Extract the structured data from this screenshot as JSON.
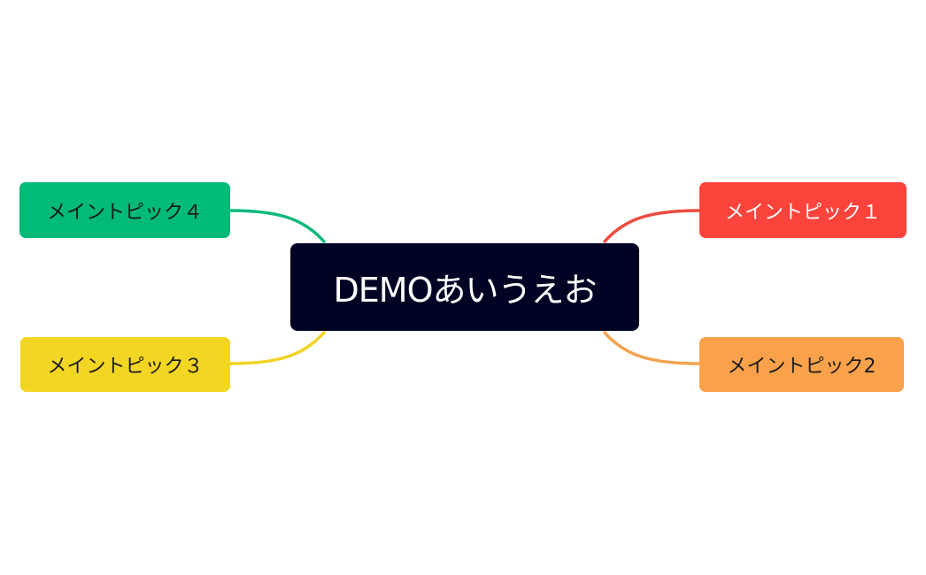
{
  "central_topic": {
    "label": "DEMOあいうえお",
    "bg_color": "#000223",
    "text_color": "#ffffff"
  },
  "topics": [
    {
      "id": 1,
      "label": "メイントピック１",
      "bg_color": "#fd443c",
      "text_color": "#ffffff",
      "line_color": "#ee4a3e"
    },
    {
      "id": 2,
      "label": "メイントピック2",
      "bg_color": "#f9a24b",
      "text_color": "#1a1a1a",
      "line_color": "#f4a24f"
    },
    {
      "id": 3,
      "label": "メイントピック３",
      "bg_color": "#f3d523",
      "text_color": "#1a1a1a",
      "line_color": "#f0d423"
    },
    {
      "id": 4,
      "label": "メイントピック４",
      "bg_color": "#00ba76",
      "text_color": "#1a1a1a",
      "line_color": "#10b97a"
    }
  ]
}
